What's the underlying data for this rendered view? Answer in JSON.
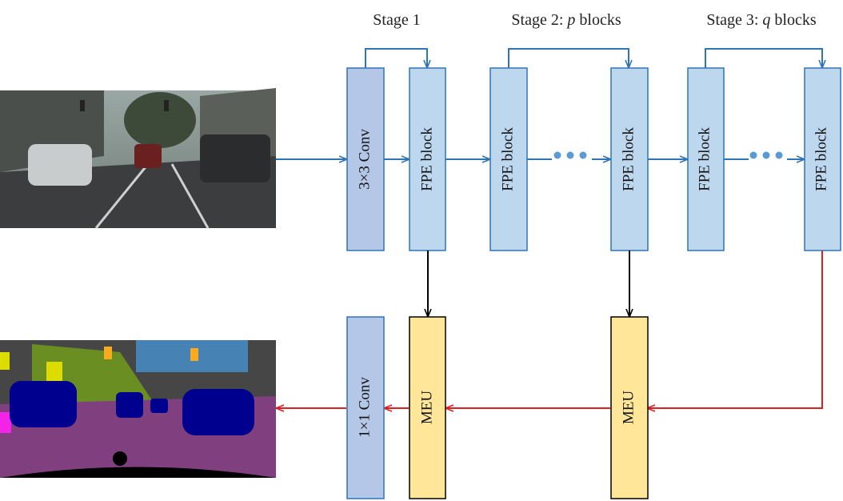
{
  "stages": [
    {
      "prefix": "Stage 1",
      "var": "",
      "suffix": ""
    },
    {
      "prefix": "Stage 2: ",
      "var": "p",
      "suffix": " blocks"
    },
    {
      "prefix": "Stage 3: ",
      "var": "q",
      "suffix": " blocks"
    }
  ],
  "blocks": {
    "conv3": "3×3 Conv",
    "fpe": "FPE block",
    "meu": "MEU",
    "conv1": "1×1 Conv"
  },
  "colors": {
    "conv": "#b4c7e7",
    "fpe": "#bdd7ee",
    "meu": "#ffe699",
    "block_stroke": "#2e75b6",
    "blue_arrow": "#2e75b6",
    "red_arrow": "#e02020",
    "black_arrow": "#000000",
    "dots": "#5b9bd5"
  },
  "images": {
    "input": "street-scene-photo",
    "output": "segmentation-map"
  }
}
